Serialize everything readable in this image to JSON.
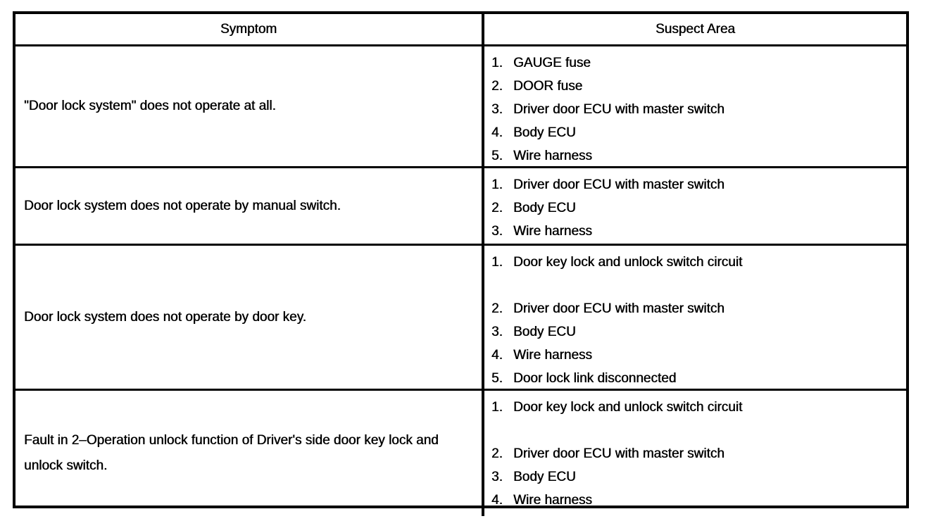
{
  "page": {
    "background_color": "#ffffff",
    "line_color": "#000000"
  },
  "table": {
    "headers": [
      "Symptom",
      "Suspect Area"
    ],
    "rows": [
      {
        "symptom": "\"Door lock system\" does not operate at all.",
        "suspects": [
          {
            "num": "1.",
            "label": "GAUGE fuse"
          },
          {
            "num": "2.",
            "label": "DOOR fuse"
          },
          {
            "num": "3.",
            "label": "Driver door ECU with master switch"
          },
          {
            "num": "4.",
            "label": "Body ECU"
          },
          {
            "num": "5.",
            "label": "Wire harness"
          }
        ]
      },
      {
        "symptom": "Door lock system does not operate by manual switch.",
        "suspects": [
          {
            "num": "1.",
            "label": "Driver door ECU with master switch"
          },
          {
            "num": "2.",
            "label": "Body ECU"
          },
          {
            "num": "3.",
            "label": "Wire harness"
          }
        ]
      },
      {
        "symptom": "Door lock system does not operate by door key.",
        "suspects": [
          {
            "num": "1.",
            "label": "Door key lock and unlock switch circuit"
          },
          {
            "num": "2.",
            "label": "Driver door ECU with master switch"
          },
          {
            "num": "3.",
            "label": "Body ECU"
          },
          {
            "num": "4.",
            "label": "Wire harness"
          },
          {
            "num": "5.",
            "label": "Door lock link disconnected"
          }
        ]
      },
      {
        "symptom": "Fault in 2–Operation unlock function of Driver's side door key lock and unlock switch.",
        "suspects": [
          {
            "num": "1.",
            "label": "Door key lock and unlock switch circuit"
          },
          {
            "num": "2.",
            "label": "Driver door ECU with master switch"
          },
          {
            "num": "3.",
            "label": "Body ECU"
          },
          {
            "num": "4.",
            "label": "Wire harness"
          }
        ]
      }
    ]
  }
}
